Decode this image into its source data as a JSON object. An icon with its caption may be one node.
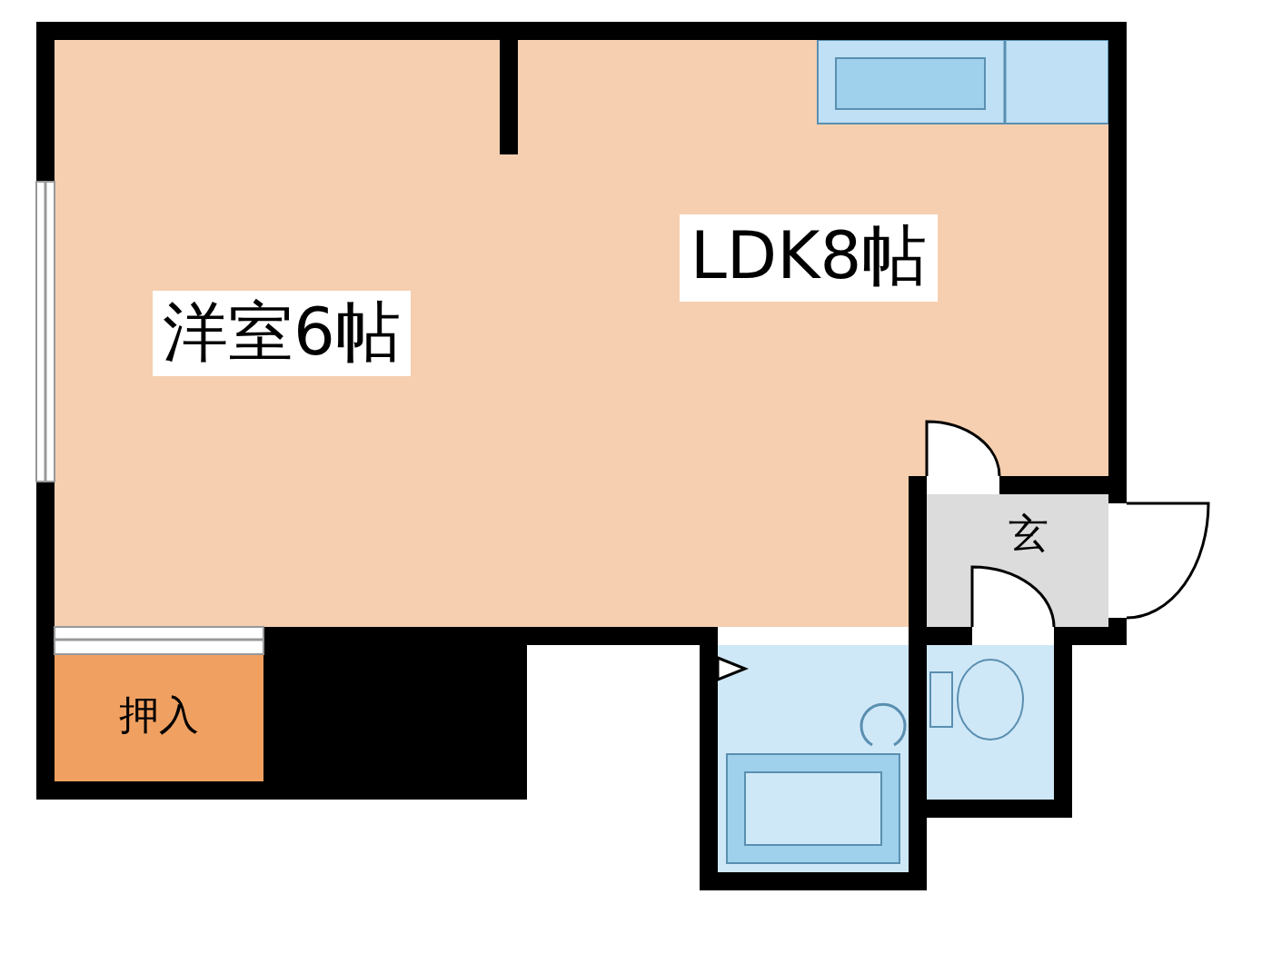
{
  "diagram": {
    "nodes": [
      {
        "text": [
          "洋室6帖"
        ]
      },
      {
        "text": [
          "LDK8帖"
        ]
      },
      {
        "text": [
          "玄"
        ]
      },
      {
        "text": [
          "押入"
        ]
      },
      {
        "text": [],
        "shape": "box"
      },
      {
        "text": [],
        "shape": "box"
      }
    ]
  }
}
